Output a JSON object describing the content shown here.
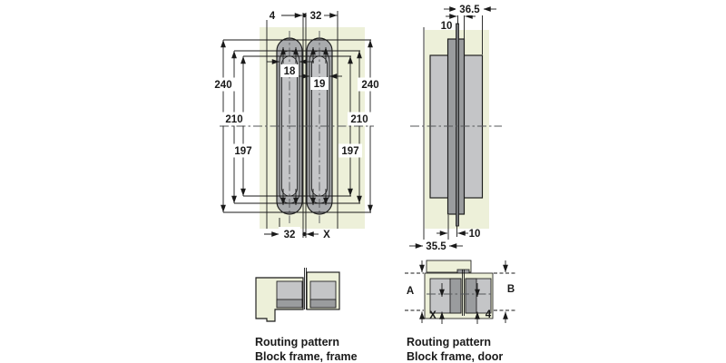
{
  "colors": {
    "panel_green": "#edf0d9",
    "metal_light": "#c4c5c7",
    "metal_mid": "#a9abad",
    "metal_dark": "#9a9c9e",
    "metal_pin": "#737577",
    "line": "#1a1a1a"
  },
  "front_view": {
    "gap": "4",
    "offset_top": "32",
    "length_outer": "240",
    "length_mid": "210",
    "length_inner": "197",
    "cup_left": "18",
    "cup_right": "19",
    "offset_bottom": "32",
    "offset_x": "X"
  },
  "side_view": {
    "width_top": "36.5",
    "offset_top": "10",
    "offset_bottom": "10",
    "width_bottom": "35.5"
  },
  "routing_frame": {
    "caption1": "Routing pattern",
    "caption2": "Block frame, frame"
  },
  "routing_door": {
    "caption1": "Routing pattern",
    "caption2": "Block frame, door",
    "label_a": "A",
    "label_b": "B",
    "label_x": "X",
    "label_gap": "4"
  }
}
